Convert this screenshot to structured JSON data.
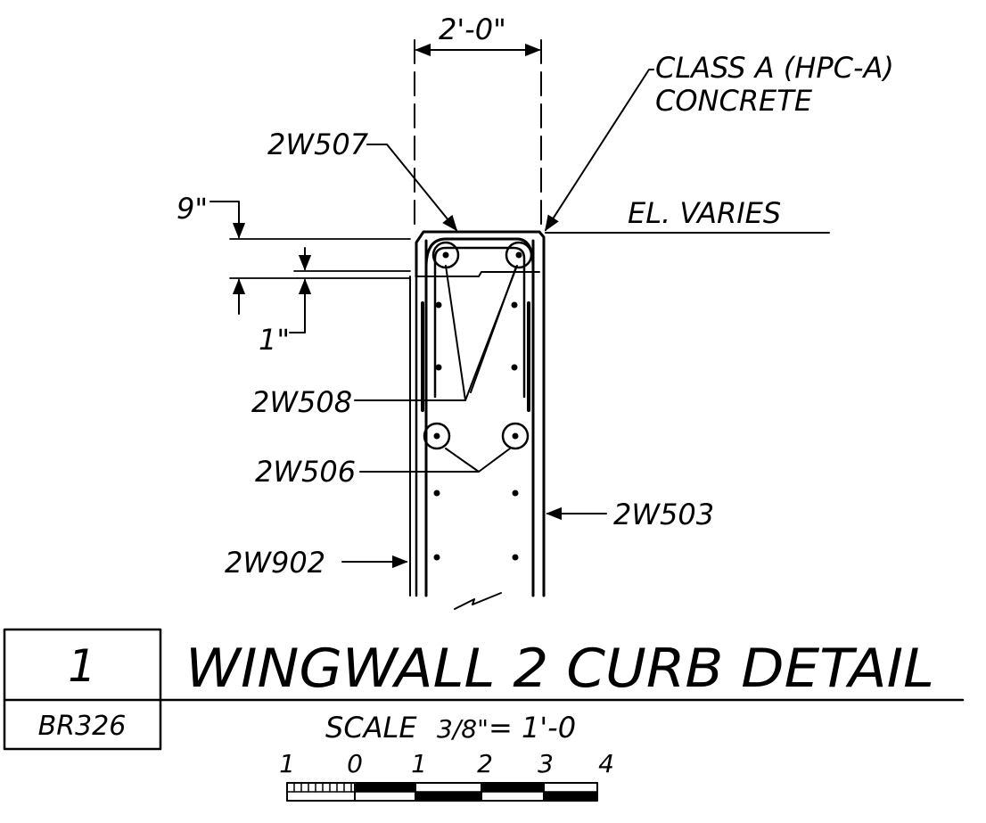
{
  "dimensions": {
    "width_label": "2'-0\"",
    "top_label": "9\"",
    "bottom_label": "1\""
  },
  "callouts": {
    "concrete_line1": "CLASS A (HPC-A)",
    "concrete_line2": "CONCRETE",
    "elevation": "EL. VARIES",
    "bar_2w507": "2W507",
    "bar_2w508": "2W508",
    "bar_2w506": "2W506",
    "bar_2w503": "2W503",
    "bar_2w902": "2W902"
  },
  "title_block": {
    "detail_number": "1",
    "sheet_ref": "BR326",
    "title": "WINGWALL 2 CURB DETAIL",
    "scale_prefix": "SCALE",
    "scale_fraction": "3/8\"",
    "scale_suffix": "= 1'-0"
  },
  "scale_bar": {
    "ticks": [
      "1",
      "0",
      "1",
      "2",
      "3",
      "4"
    ]
  },
  "colors": {
    "ink": "#000000",
    "paper": "#ffffff"
  }
}
